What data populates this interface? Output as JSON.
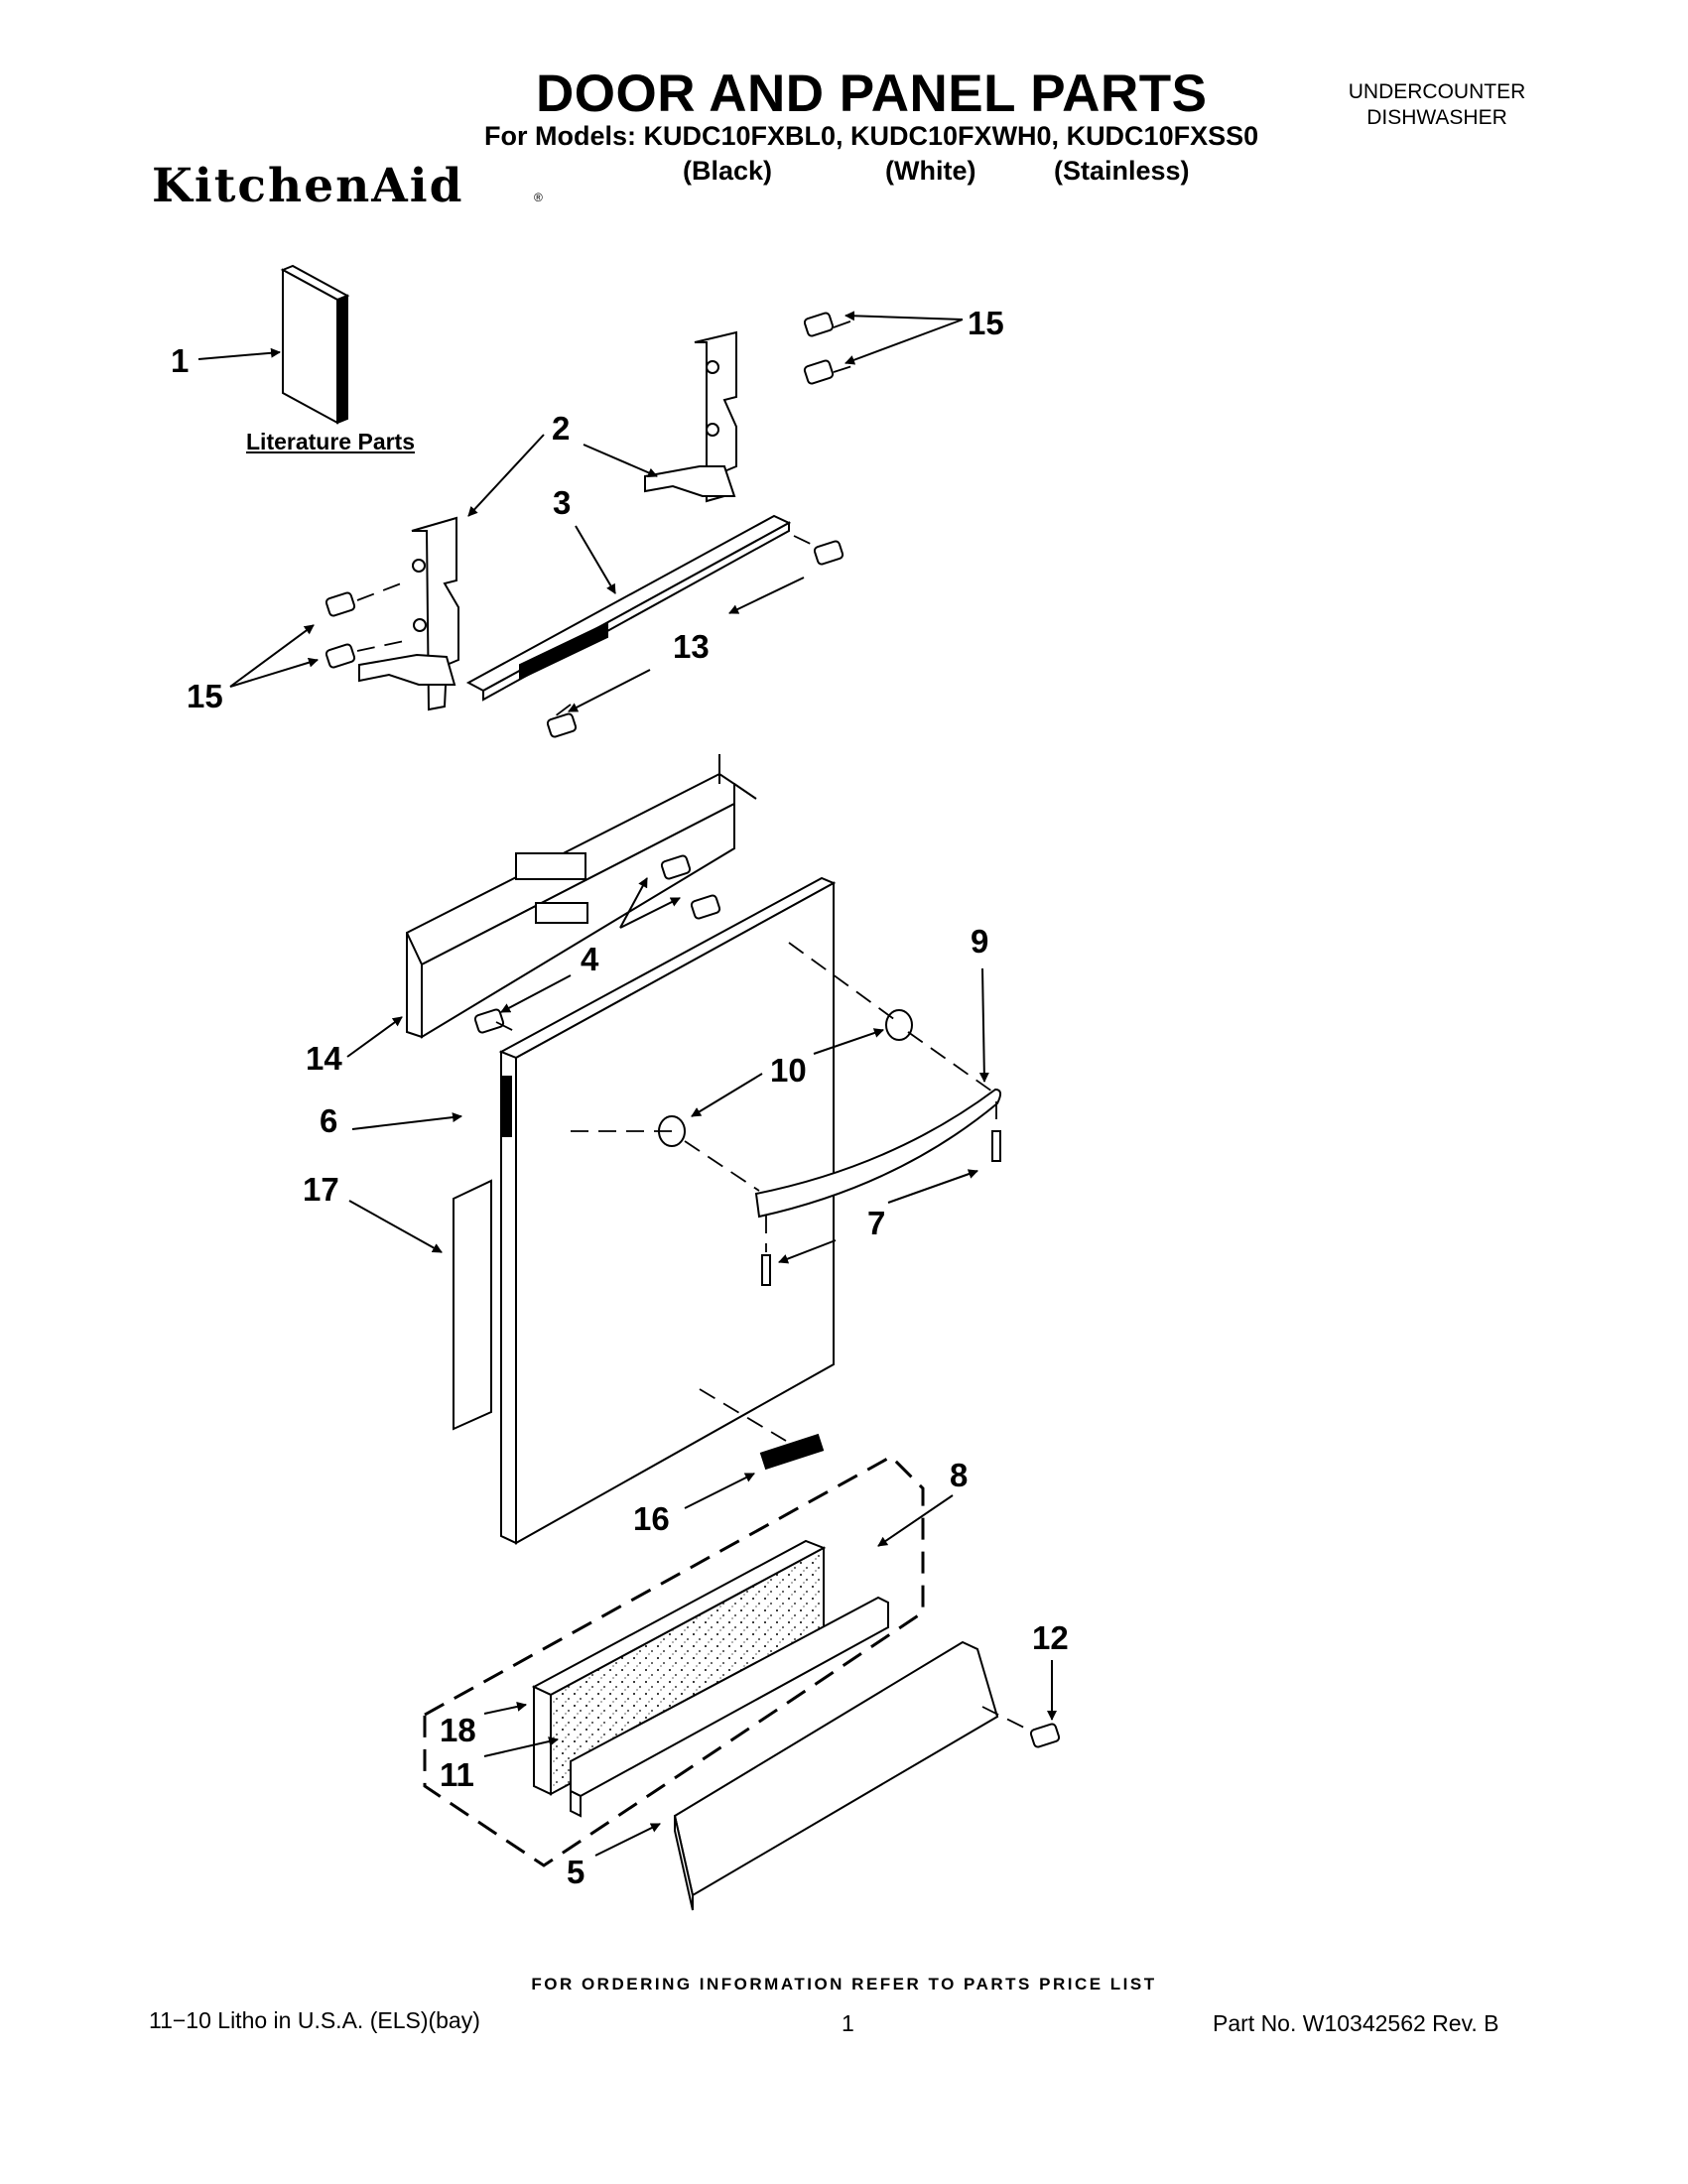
{
  "header": {
    "title": "DOOR AND PANEL PARTS",
    "models_line": "For Models: KUDC10FXBL0, KUDC10FXWH0, KUDC10FXSS0",
    "variants": [
      "(Black)",
      "(White)",
      "(Stainless)"
    ],
    "category_line1": "UNDERCOUNTER",
    "category_line2": "DISHWASHER",
    "brand": "KitchenAid",
    "brand_mark": "®"
  },
  "diagram": {
    "literature_label": "Literature Parts",
    "callouts": [
      "1",
      "2",
      "3",
      "4",
      "5",
      "6",
      "7",
      "8",
      "9",
      "10",
      "11",
      "12",
      "13",
      "14",
      "15",
      "15",
      "16",
      "17",
      "18"
    ]
  },
  "footer": {
    "ordering_note": "FOR ORDERING INFORMATION REFER TO PARTS PRICE LIST",
    "litho": "11−10 Litho in U.S.A. (ELS)(bay)",
    "page_number": "1",
    "part_number": "Part No. W10342562 Rev. B"
  }
}
